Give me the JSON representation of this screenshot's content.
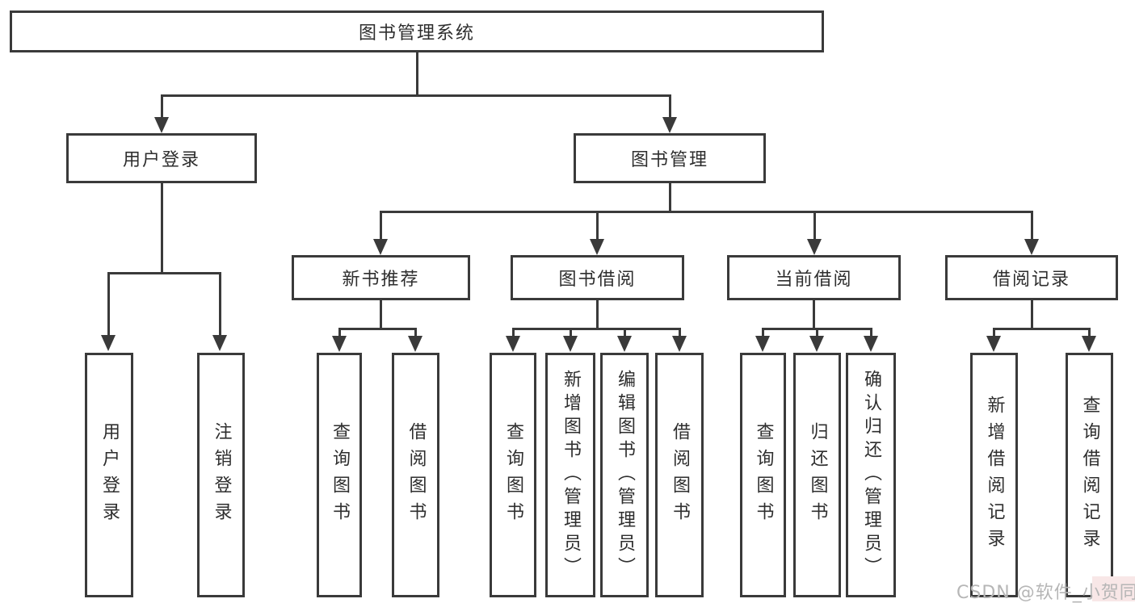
{
  "tree": {
    "label": "图书管理系统",
    "children": [
      {
        "label": "用户登录",
        "children": [
          {
            "label": "用户登录"
          },
          {
            "label": "注销登录"
          }
        ]
      },
      {
        "label": "图书管理",
        "children": [
          {
            "label": "新书推荐",
            "children": [
              {
                "label": "查询图书"
              },
              {
                "label": "借阅图书"
              }
            ]
          },
          {
            "label": "图书借阅",
            "children": [
              {
                "label": "查询图书"
              },
              {
                "label": "新增图书（管理员）"
              },
              {
                "label": "编辑图书（管理员）"
              },
              {
                "label": "借阅图书"
              }
            ]
          },
          {
            "label": "当前借阅",
            "children": [
              {
                "label": "查询图书"
              },
              {
                "label": "归还图书"
              },
              {
                "label": "确认归还（管理员）"
              }
            ]
          },
          {
            "label": "借阅记录",
            "children": [
              {
                "label": "新增借阅记录"
              },
              {
                "label": "查询借阅记录"
              }
            ]
          }
        ]
      }
    ]
  },
  "watermark": {
    "text": "CSDN @软件_小贺同学"
  },
  "colors": {
    "line": "#3a3a3a",
    "text": "#2e2e2e",
    "box_fill": "#ffffff",
    "background": "#ffffff",
    "watermark_text": "#b6b6b6",
    "watermark_tint": "#f8e7e7"
  }
}
